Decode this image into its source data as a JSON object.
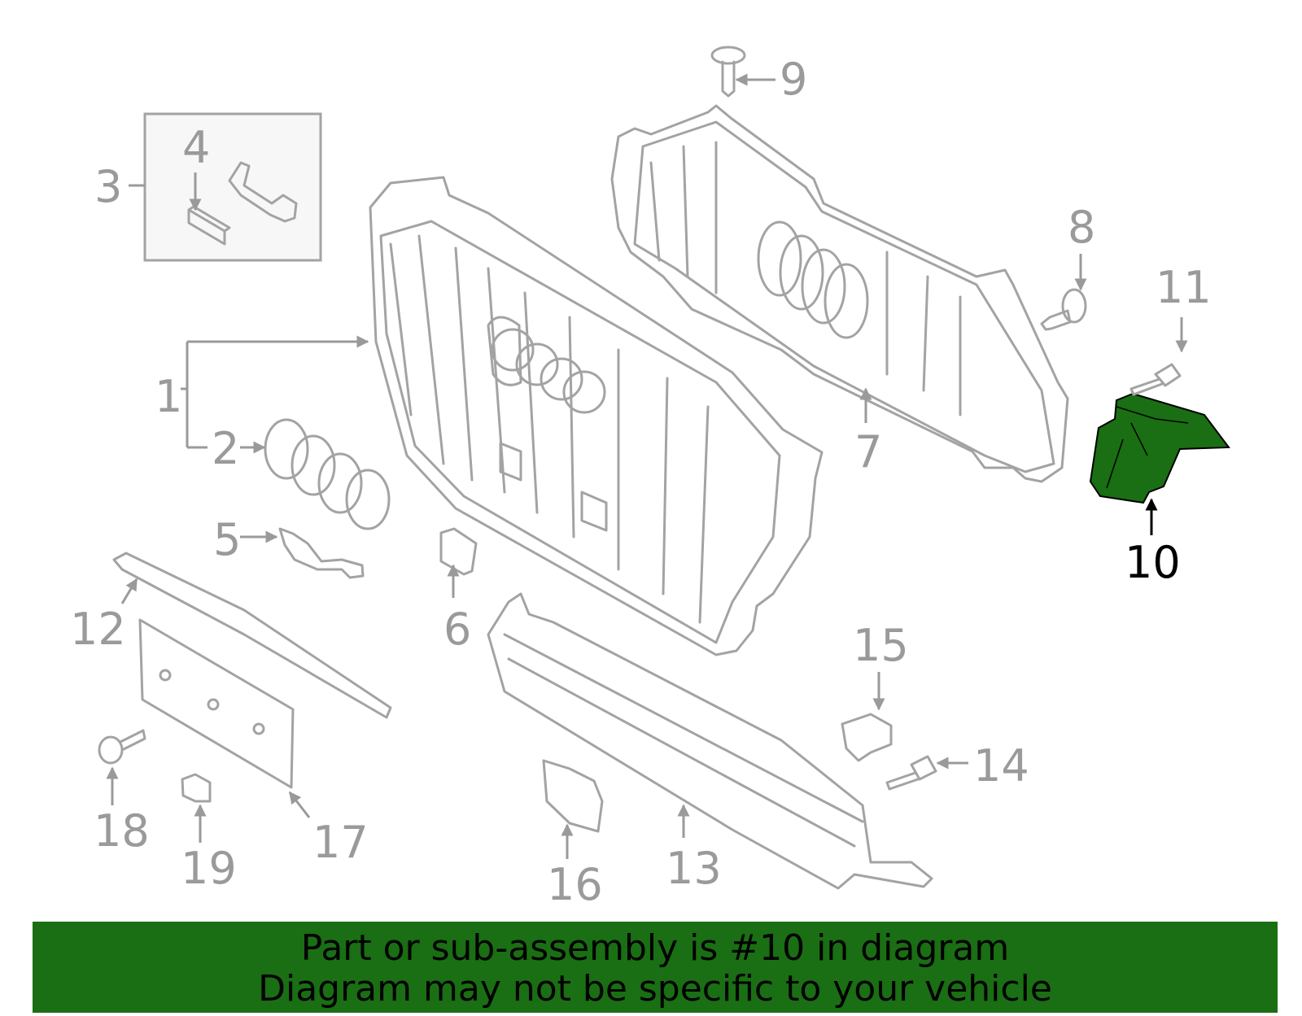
{
  "diagram": {
    "highlighted_part": "10",
    "highlight_color": "#1a6e13",
    "line_color": "#a3a3a3",
    "callouts": [
      {
        "id": "c1",
        "label": "1"
      },
      {
        "id": "c2",
        "label": "2"
      },
      {
        "id": "c3",
        "label": "3"
      },
      {
        "id": "c4",
        "label": "4"
      },
      {
        "id": "c5",
        "label": "5"
      },
      {
        "id": "c6",
        "label": "6"
      },
      {
        "id": "c7",
        "label": "7"
      },
      {
        "id": "c8",
        "label": "8"
      },
      {
        "id": "c9",
        "label": "9"
      },
      {
        "id": "c10",
        "label": "10"
      },
      {
        "id": "c11",
        "label": "11"
      },
      {
        "id": "c12",
        "label": "12"
      },
      {
        "id": "c13",
        "label": "13"
      },
      {
        "id": "c14",
        "label": "14"
      },
      {
        "id": "c15",
        "label": "15"
      },
      {
        "id": "c16",
        "label": "16"
      },
      {
        "id": "c17",
        "label": "17"
      },
      {
        "id": "c18",
        "label": "18"
      },
      {
        "id": "c19",
        "label": "19"
      }
    ]
  },
  "banner": {
    "line1": "Part or sub-assembly is #10 in diagram",
    "line2": "Diagram may not be specific to your vehicle"
  }
}
